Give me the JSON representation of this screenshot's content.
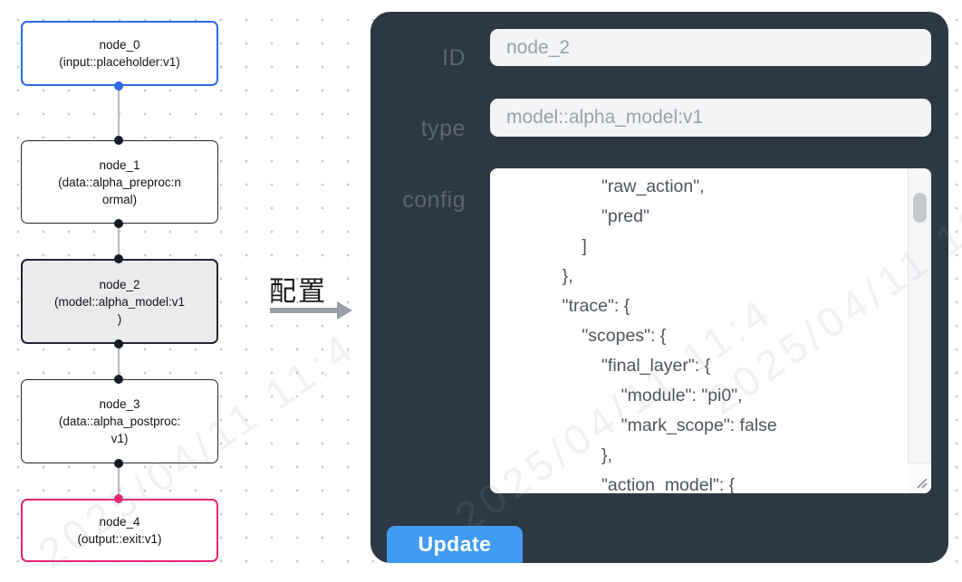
{
  "graph": {
    "nodes": [
      {
        "id": "node_0",
        "type": "input::placeholder:v1",
        "lines": [
          "node_0",
          "(input::placeholder:v1)"
        ]
      },
      {
        "id": "node_1",
        "type": "data::alpha_preproc:normal",
        "lines": [
          "node_1",
          "(data::alpha_preproc:n",
          "ormal)"
        ]
      },
      {
        "id": "node_2",
        "type": "model::alpha_model:v1",
        "lines": [
          "node_2",
          "(model::alpha_model:v1",
          ")"
        ]
      },
      {
        "id": "node_3",
        "type": "data::alpha_postproc:v1",
        "lines": [
          "node_3",
          "(data::alpha_postproc:",
          "v1)"
        ]
      },
      {
        "id": "node_4",
        "type": "output::exit:v1",
        "lines": [
          "node_4",
          "(output::exit:v1)"
        ]
      }
    ],
    "colors": {
      "input_border": "#2d6ae3",
      "output_border": "#e62572",
      "default_border": "#1f2532",
      "selected_bg": "#ebebed",
      "edge": "#b6bac1"
    }
  },
  "transition": {
    "label": "配置"
  },
  "panel": {
    "bg": "#2d3845",
    "id_label": "ID",
    "id_value": "node_2",
    "type_label": "type",
    "type_value": "model::alpha_model:v1",
    "config_label": "config",
    "config_text": "            \"raw_action\",\n            \"pred\"\n        ]\n    },\n    \"trace\": {\n        \"scopes\": {\n            \"final_layer\": {\n                \"module\": \"pi0\",\n                \"mark_scope\": false\n            },\n            \"action_model\": {",
    "update_label": "Update",
    "button_color": "#3f9bf4"
  },
  "watermark": {
    "text": "2025/04/11 11:4"
  }
}
